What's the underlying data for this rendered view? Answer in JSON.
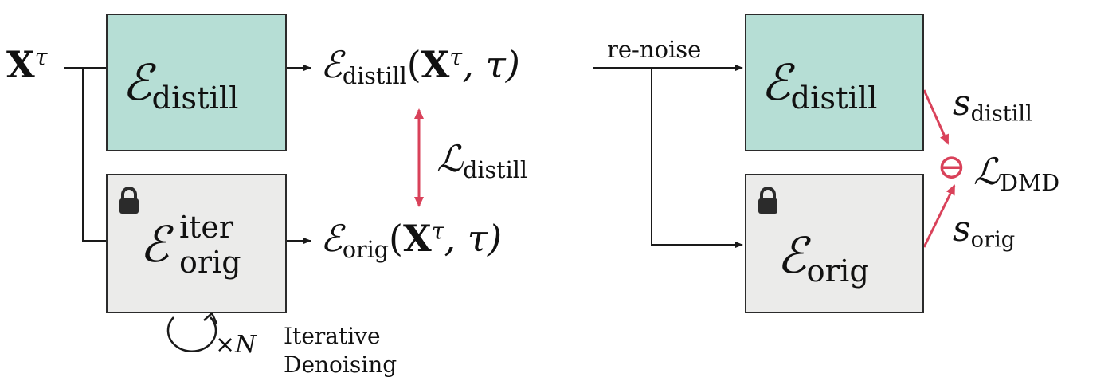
{
  "input": {
    "symbol": "X",
    "sup": "τ"
  },
  "blocks": {
    "distill_left": {
      "symbol": "ℰ",
      "sub": "distill"
    },
    "orig_iter": {
      "symbol": "ℰ",
      "sup": "iter",
      "sub": "orig"
    },
    "distill_right": {
      "symbol": "ℰ",
      "sub": "distill"
    },
    "orig_right": {
      "symbol": "ℰ",
      "sub": "orig"
    }
  },
  "outputs": {
    "distill_out": {
      "symbol": "ℰ",
      "sub": "distill",
      "open": "(",
      "x": "X",
      "x_sup": "τ",
      "rest": ", τ)"
    },
    "orig_out": {
      "symbol": "ℰ",
      "sub": "orig",
      "open": "(",
      "x": "X",
      "x_sup": "τ",
      "rest": ", τ)"
    }
  },
  "losses": {
    "distill": {
      "symbol": "ℒ",
      "sub": "distill"
    },
    "dmd": {
      "symbol": "ℒ",
      "sub": "DMD",
      "op": "⊖"
    }
  },
  "scores": {
    "s_distill": {
      "symbol": "s",
      "sub": "distill"
    },
    "s_orig": {
      "symbol": "s",
      "sub": "orig"
    }
  },
  "renoise_label": "re-noise",
  "loop": {
    "times": "×N",
    "caption_line1": "Iterative",
    "caption_line2": "Denoising"
  },
  "colors": {
    "teal": "#b6ded5",
    "gray": "#ebebea",
    "accent": "#d9425a",
    "line": "#2b2b2b"
  },
  "icons": {
    "lock": "lock-icon",
    "loop": "loop-arrow-icon"
  }
}
